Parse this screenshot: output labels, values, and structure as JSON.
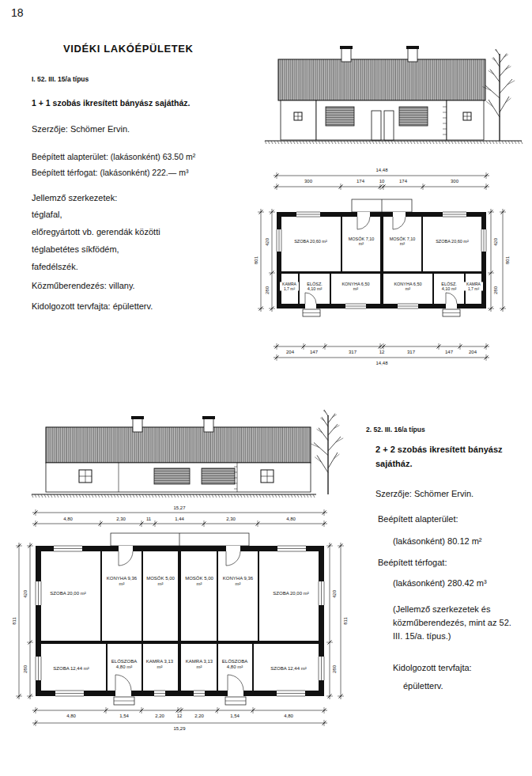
{
  "diagram": {
    "title": "VIDÉKI LAKÓÉPÜLETEK",
    "labels": [
      "18",
      "I. 52. III. 15/a típus",
      "1 + 1 szobás ikresített bányász sajátház.",
      "Szerzője: Schömer Ervin.",
      "Beépített alapterület: (lakásonként) 63.50 m²",
      "Beépített térfogat: (lakásonként) 222.— m³",
      "Jellemző szerkezetek:",
      "téglafal,",
      "előregyártott vb. gerendák közötti",
      "téglabetétes síkfödém,",
      "fafedélszék.",
      "Közműberendezés: villany.",
      "Kidolgozott tervfajta: épületterv.",
      "SZOBA 20,60 m²",
      "MOSÓK 7,10 m²",
      "MOSÓK 7,10 m²",
      "SZOBA 20,60 m²",
      "KAMRA 1,7 m²",
      "ELŐSZ. 4,10 m²",
      "KONYHA 6,50 m²",
      "KONYHA 6,50 m²",
      "ELŐSZ. 4,10 m²",
      "KAMRA 1,7 m²",
      "14,48",
      "300",
      "174",
      "10",
      "174",
      "300",
      "420",
      "801",
      "280",
      "420",
      "801",
      "280",
      "204",
      "147",
      "317",
      "12",
      "317",
      "147",
      "204",
      "14,48",
      "2. 52. III. 16/a típus",
      "2 + 2 szobás ikresített bányász sajátház.",
      "Szerzője: Schömer Ervin.",
      "Beépített alapterület:",
      "(lakásonként) 80.12 m²",
      "Beépített térfogat:",
      "(lakásonként) 280.42 m³",
      "(Jellemző szerkezetek és közműberendezés, mint az 52. III. 15/a. típus.)",
      "Kidolgozott tervfajta:",
      "épületterv.",
      "SZOBA 20,00 m²",
      "KONYHA 9,36 m²",
      "MOSÓK 5,00 m²",
      "MOSÓK 5,00 m²",
      "KONYHA 9,36 m²",
      "SZOBA 20,00 m²",
      "SZOBA 12,44 m²",
      "ELŐSZOBA 4,80 m²",
      "KAMRA 3,13 m²",
      "KAMRA 3,13 m²",
      "ELŐSZOBA 4,80 m²",
      "SZOBA 12,44 m²",
      "15,27",
      "4,80",
      "2,30",
      "11",
      "1,44",
      "2,30",
      "4,80",
      "420",
      "811",
      "280",
      "420",
      "811",
      "280",
      "4,80",
      "1,54",
      "2,20",
      "12",
      "2,20",
      "1,54",
      "4,80",
      "15,29"
    ]
  }
}
